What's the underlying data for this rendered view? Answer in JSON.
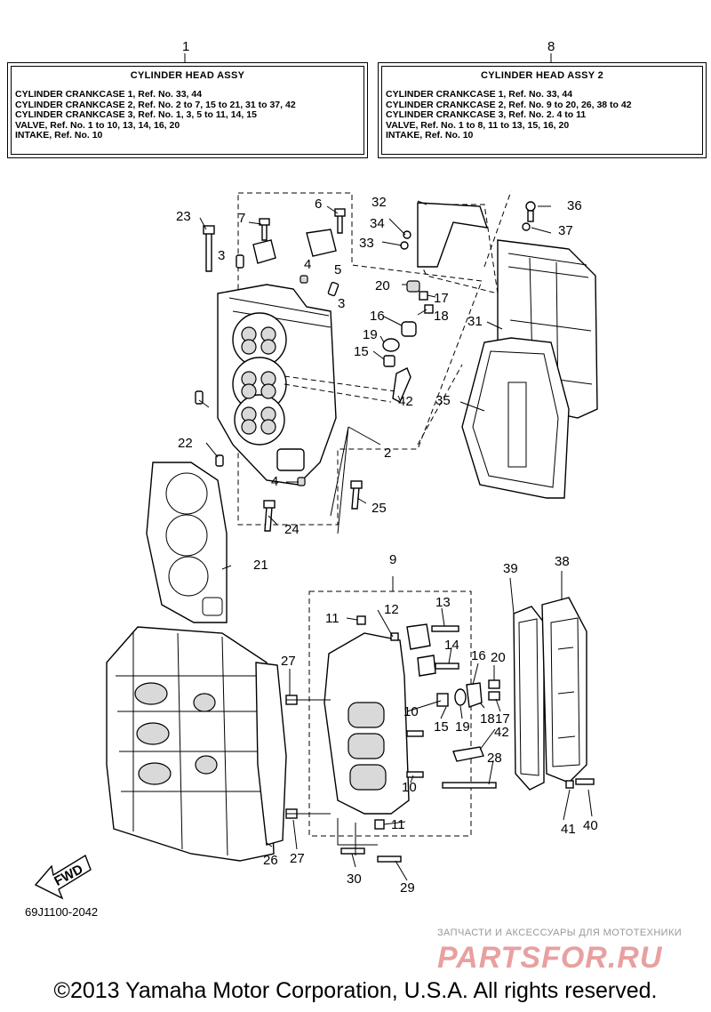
{
  "boxes": {
    "left": {
      "number": "1",
      "title": "CYLINDER HEAD ASSY",
      "lines": [
        "CYLINDER CRANKCASE 1,  Ref. No. 33, 44",
        "CYLINDER CRANKCASE 2,  Ref. No. 2 to 7, 15 to  21, 31 to 37, 42",
        "CYLINDER CRANKCASE 3,  Ref. No.  1,  3,  5 to 11, 14, 15",
        "VALVE,  Ref. No. 1 to 10, 13, 14, 16, 20",
        "INTAKE,  Ref. No. 10"
      ]
    },
    "right": {
      "number": "8",
      "title": "CYLINDER HEAD ASSY 2",
      "lines": [
        "CYLINDER CRANKCASE 1,  Ref. No. 33, 44",
        "CYLINDER CRANKCASE 2,  Ref. No. 9 to 20, 26, 38 to 42",
        "CYLINDER CRANKCASE 3,  Ref. No. 2. 4 to 11",
        "VALVE,  Ref. No. 1 to 8, 11 to 13, 15, 16, 20",
        "INTAKE,  Ref. No. 10"
      ]
    }
  },
  "callouts": {
    "c2": "2",
    "c3a": "3",
    "c3b": "3",
    "c4a": "4",
    "c4b": "4",
    "c5": "5",
    "c6": "6",
    "c7": "7",
    "c9": "9",
    "c10a": "10",
    "c10b": "10",
    "c11a": "11",
    "c11b": "11",
    "c12": "12",
    "c13": "13",
    "c14": "14",
    "c15a": "15",
    "c15b": "15",
    "c16a": "16",
    "c16b": "16",
    "c17a": "17",
    "c17b": "17",
    "c18a": "18",
    "c18b": "18",
    "c19a": "19",
    "c19b": "19",
    "c20a": "20",
    "c20b": "20",
    "c21": "21",
    "c22": "22",
    "c23": "23",
    "c24": "24",
    "c25": "25",
    "c26": "26",
    "c27a": "27",
    "c27b": "27",
    "c28": "28",
    "c29": "29",
    "c30": "30",
    "c31": "31",
    "c32": "32",
    "c33": "33",
    "c34": "34",
    "c35": "35",
    "c36": "36",
    "c37": "37",
    "c38": "38",
    "c39": "39",
    "c40": "40",
    "c41": "41",
    "c42a": "42",
    "c42b": "42"
  },
  "fwd_label": "FWD",
  "diagram_code": "69J1100-2042",
  "watermark": {
    "line1": "ЗАПЧАСТИ И АКСЕССУАРЫ ДЛЯ МОТОТЕХНИКИ",
    "line2": "PARTSFOR.RU"
  },
  "copyright": "©2013 Yamaha Motor Corporation, U.S.A. All rights reserved."
}
